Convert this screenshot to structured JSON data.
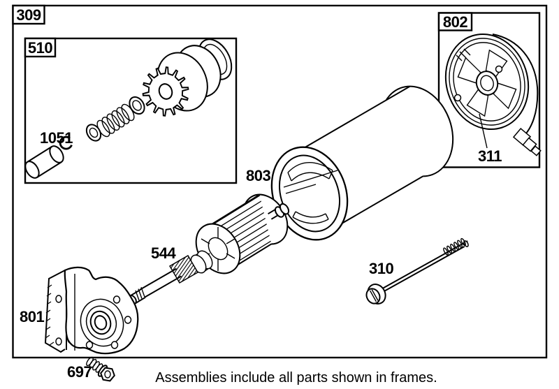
{
  "frames": {
    "outer": {
      "label": "309"
    },
    "drive": {
      "label": "510"
    },
    "endcap": {
      "label": "802"
    }
  },
  "part_labels": {
    "roll_pin": "1051",
    "motor_housing": "803",
    "end_cap": "311",
    "armature": "544",
    "through_bolt": "310",
    "drive_end_bracket": "801",
    "mounting_screw": "697"
  },
  "caption": "Assemblies include all parts shown in frames.",
  "colors": {
    "line": "#000000",
    "background": "#ffffff"
  }
}
